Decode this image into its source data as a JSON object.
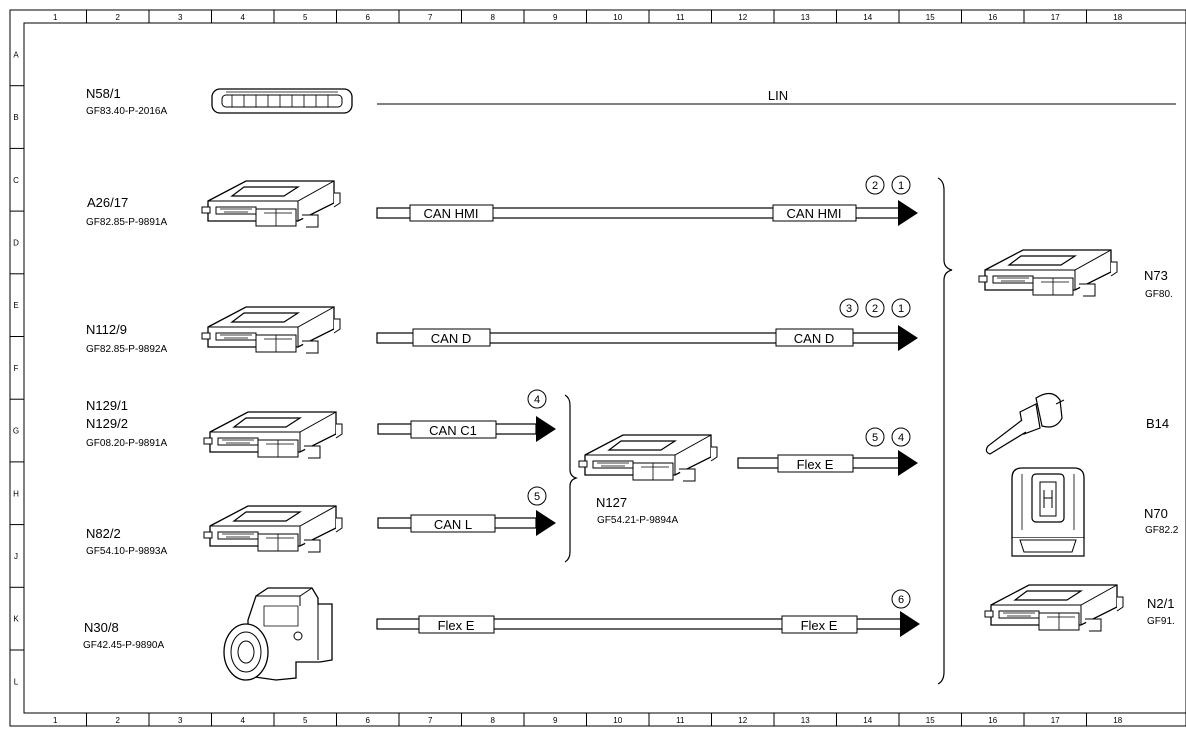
{
  "grid": {
    "columns": [
      "1",
      "2",
      "3",
      "4",
      "5",
      "6",
      "7",
      "8",
      "9",
      "10",
      "11",
      "12",
      "13",
      "14",
      "15",
      "16",
      "17",
      "18"
    ],
    "rows": [
      "A",
      "B",
      "C",
      "D",
      "E",
      "F",
      "G",
      "H",
      "J",
      "K",
      "L"
    ]
  },
  "components": {
    "n58_1": {
      "code": "N58/1",
      "ref": "GF83.40-P-2016A"
    },
    "a26_17": {
      "code": "A26/17",
      "ref": "GF82.85-P-9891A"
    },
    "n112_9": {
      "code": "N112/9",
      "ref": "GF82.85-P-9892A"
    },
    "n129": {
      "code1": "N129/1",
      "code2": "N129/2",
      "ref": "GF08.20-P-9891A"
    },
    "n82_2": {
      "code": "N82/2",
      "ref": "GF54.10-P-9893A"
    },
    "n30_8": {
      "code": "N30/8",
      "ref": "GF42.45-P-9890A"
    },
    "n127": {
      "code": "N127",
      "ref": "GF54.21-P-9894A"
    },
    "n73": {
      "code": "N73",
      "ref": "GF80."
    },
    "b14": {
      "code": "B14"
    },
    "n70": {
      "code": "N70",
      "ref": "GF82.2"
    },
    "n2_1": {
      "code": "N2/1",
      "ref": "GF91."
    }
  },
  "buses": {
    "lin": "LIN",
    "can_hmi_start": "CAN HMI",
    "can_hmi_end": "CAN HMI",
    "can_d_start": "CAN D",
    "can_d_end": "CAN D",
    "can_c1": "CAN C1",
    "can_l": "CAN L",
    "flex_e_n127": "Flex E",
    "flex_e_start": "Flex E",
    "flex_e_end": "Flex E"
  },
  "markers": {
    "can_hmi": [
      "2",
      "1"
    ],
    "can_d": [
      "3",
      "2",
      "1"
    ],
    "can_c1": [
      "4"
    ],
    "can_l": [
      "5"
    ],
    "flex_e_n127": [
      "5",
      "4"
    ],
    "flex_e": [
      "6"
    ]
  }
}
